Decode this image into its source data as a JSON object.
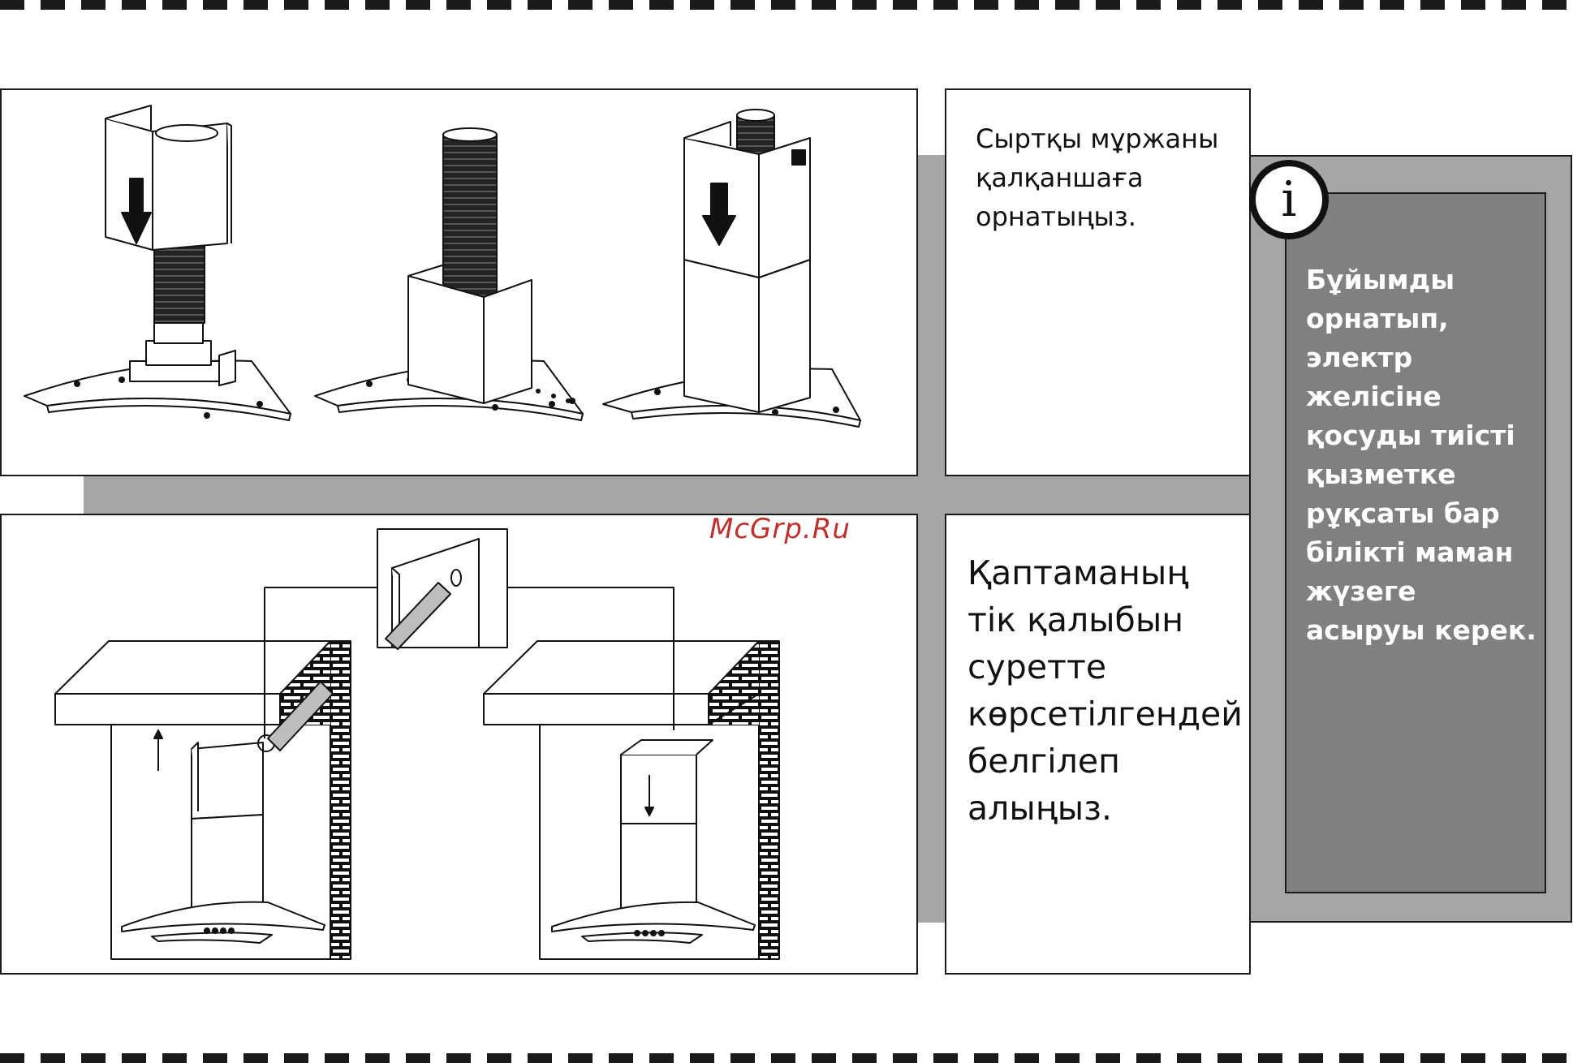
{
  "step1": {
    "text": "Сыртқы мұржаны қалқаншаға орнатыңыз."
  },
  "step2": {
    "text": "Қаптаманың тік қалыбын суретте көрсетілгендей белгілеп алыңыз."
  },
  "info": {
    "icon_symbol": "i",
    "icon_name": "info-icon",
    "text": "Бұйымды орнатып, электр желісіне қосуды тиісті қызметке рұқсаты бар білікті маман жүзеге асыруы керек."
  },
  "watermark": "McGrp.Ru",
  "colors": {
    "band_grey": "#a6a6a6",
    "info_box": "#808080",
    "watermark": "#c0302d"
  }
}
